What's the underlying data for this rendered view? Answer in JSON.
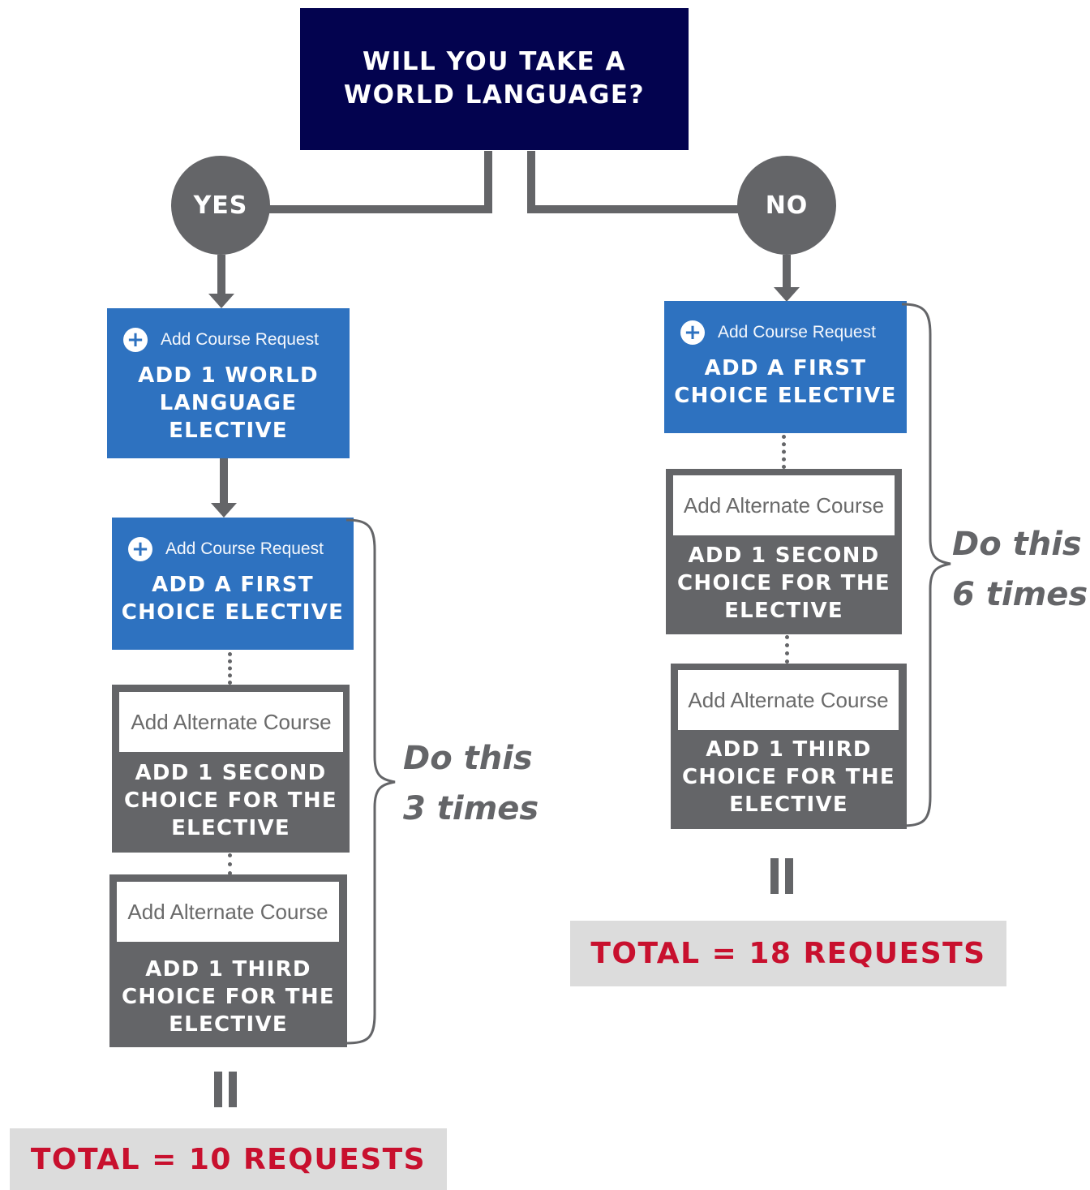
{
  "question": {
    "line1": "WILL YOU TAKE A",
    "line2": "WORLD LANGUAGE?"
  },
  "branches": {
    "yes": {
      "label": "YES",
      "language_card": {
        "header": "Add Course Request",
        "line1": "ADD 1 WORLD",
        "line2": "LANGUAGE",
        "line3": "ELECTIVE"
      },
      "first_choice_card": {
        "header": "Add Course Request",
        "line1": "ADD A FIRST",
        "line2": "CHOICE ELECTIVE"
      },
      "second_choice_card": {
        "inset": "Add Alternate Course",
        "line1": "ADD 1 SECOND",
        "line2": "CHOICE FOR THE",
        "line3": "ELECTIVE"
      },
      "third_choice_card": {
        "inset": "Add Alternate Course",
        "line1": "ADD 1 THIRD",
        "line2": "CHOICE FOR THE",
        "line3": "ELECTIVE"
      },
      "repeat": {
        "line1": "Do this",
        "line2": "3 times"
      },
      "total": "TOTAL = 10 REQUESTS"
    },
    "no": {
      "label": "NO",
      "first_choice_card": {
        "header": "Add Course Request",
        "line1": "ADD A FIRST",
        "line2": "CHOICE ELECTIVE"
      },
      "second_choice_card": {
        "inset": "Add Alternate Course",
        "line1": "ADD 1 SECOND",
        "line2": "CHOICE FOR THE",
        "line3": "ELECTIVE"
      },
      "third_choice_card": {
        "inset": "Add Alternate Course",
        "line1": "ADD 1 THIRD",
        "line2": "CHOICE FOR THE",
        "line3": "ELECTIVE"
      },
      "repeat": {
        "line1": "Do this",
        "line2": "6 times"
      },
      "total": "TOTAL = 18 REQUESTS"
    }
  },
  "colors": {
    "navy": "#03034f",
    "grey": "#646568",
    "blue": "#2e72c0",
    "total_red": "#c8102e",
    "total_bg": "#dcdcdc"
  },
  "icons": [
    "plus-circle-icon",
    "equals-icon",
    "curly-brace-icon",
    "arrow-down-icon"
  ]
}
